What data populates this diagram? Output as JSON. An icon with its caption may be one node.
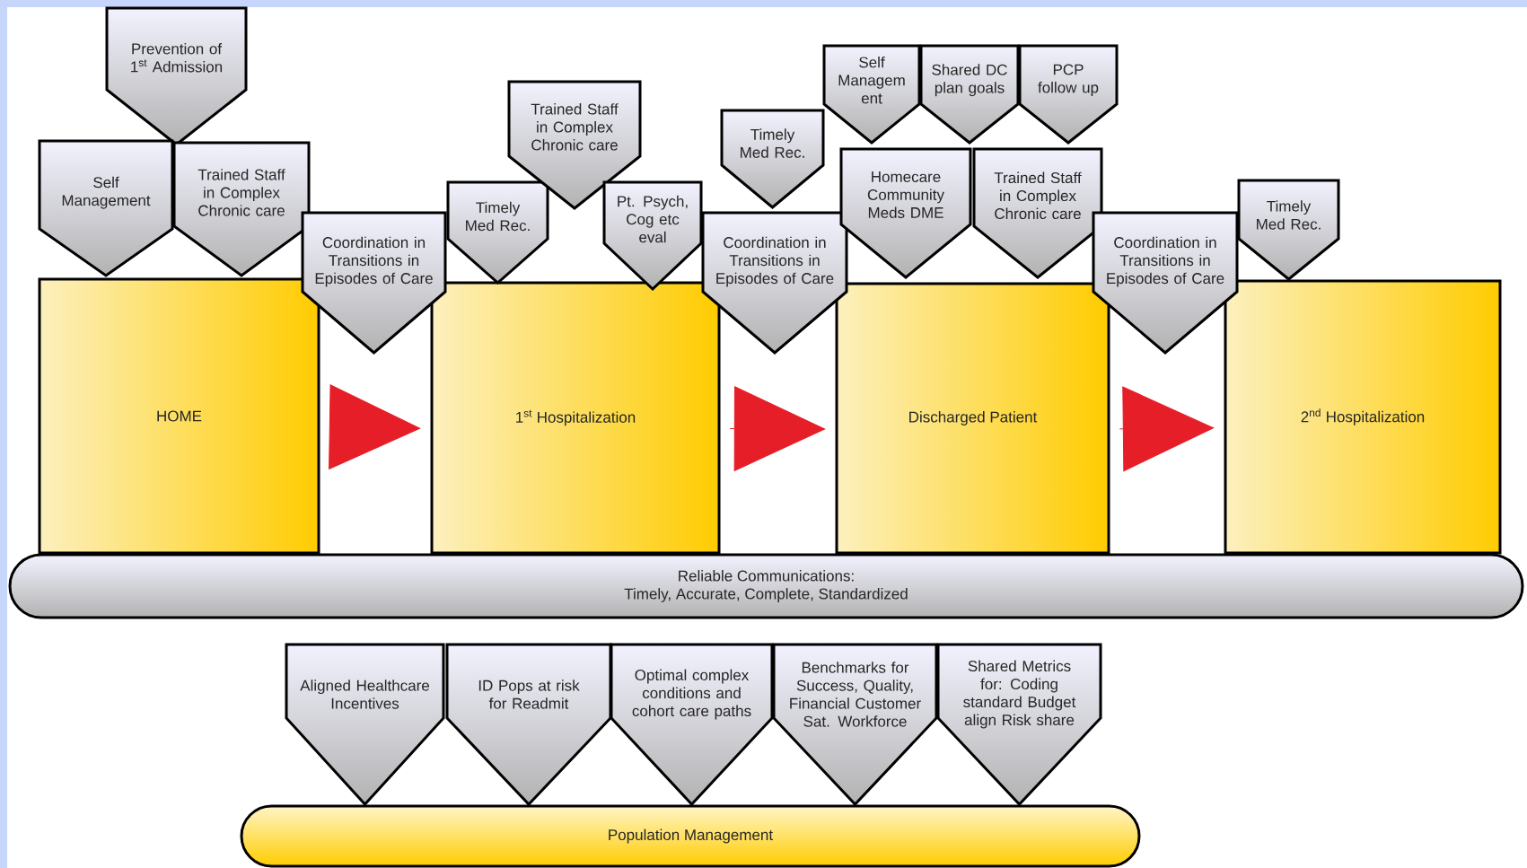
{
  "diagram": {
    "nodes": [
      {
        "text": [
          "Prevention of 1$^{st}$ Admission"
        ]
      },
      {
        "text": [
          "Self Management"
        ]
      },
      {
        "text": [
          "Trained Staff in Complex Chronic care"
        ]
      },
      {
        "text": [
          "Coordination in Transitions in Episodes of Care"
        ]
      },
      {
        "text": [
          "Timely Med Rec."
        ]
      },
      {
        "text": [
          "Trained Staff in Complex Chronic care"
        ]
      },
      {
        "text": [
          "Pt. Psych, Cog etc eval"
        ]
      },
      {
        "text": [
          "Timely Med Rec."
        ]
      },
      {
        "text": [
          "Coordination in Transitions in Episodes of Care"
        ]
      },
      {
        "text": [
          "Self Managem ent"
        ]
      },
      {
        "text": [
          "Shared DC plan goals"
        ]
      },
      {
        "text": [
          "PCP follow up"
        ]
      },
      {
        "text": [
          "Homecare Community Meds DME"
        ]
      },
      {
        "text": [
          "Trained Staff in Complex Chronic care"
        ]
      },
      {
        "text": [
          "Coordination in Transitions in Episodes of Care"
        ]
      },
      {
        "text": [
          "Timely Med Rec."
        ]
      },
      {
        "text": [
          "HOME"
        ]
      },
      {
        "text": [
          "1$^{st}$ Hospitalization"
        ]
      },
      {
        "text": [
          "Discharged Patient"
        ]
      },
      {
        "text": [
          "2$^{nd}$ Hospitalization"
        ]
      },
      {
        "text": [
          "Reliable Communications:",
          "Timely, Accurate, Complete, Standardized"
        ]
      },
      {
        "text": [
          "Aligned Healthcare Incentives"
        ]
      },
      {
        "text": [
          "ID Pops at risk for Readmit"
        ]
      },
      {
        "text": [
          "Optimal complex conditions and cohort care paths"
        ]
      },
      {
        "text": [
          "Benchmarks for Success, Quality, Financial Customer Sat. Workforce"
        ]
      },
      {
        "text": [
          "Shared Metrics for: Coding standard Budget align Risk share"
        ]
      },
      {
        "text": [
          "Population Management"
        ]
      }
    ],
    "edges": [
      {
        "from": 16,
        "to": 17,
        "arrow": "to"
      },
      {
        "from": 17,
        "to": 18,
        "arrow": "to"
      },
      {
        "from": 18,
        "to": 19,
        "arrow": "to"
      }
    ]
  }
}
